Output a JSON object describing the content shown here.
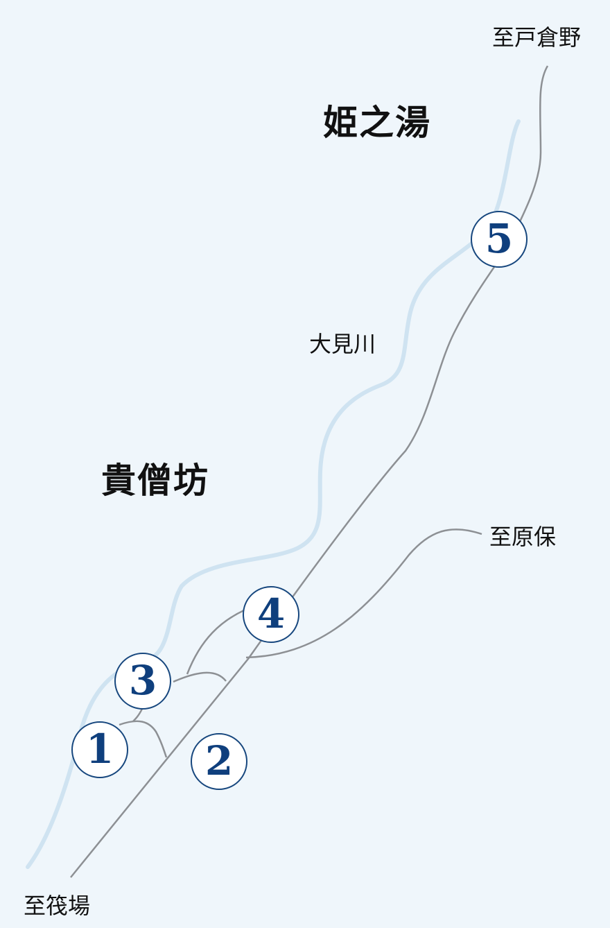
{
  "places": {
    "himenoyu": "姫之湯",
    "kibobo": "貴僧坊"
  },
  "river": {
    "name": "大見川"
  },
  "directions": {
    "to_tokurano": "至戸倉野",
    "to_harabo": "至原保",
    "to_ikadaba": "至筏場"
  },
  "markers": [
    "1",
    "2",
    "3",
    "4",
    "5"
  ],
  "colors": {
    "background": "#eff6fb",
    "river": "#cfe3f1",
    "road": "#8d9094",
    "marker_border": "#17477e",
    "marker_text": "#0f3f7d"
  }
}
